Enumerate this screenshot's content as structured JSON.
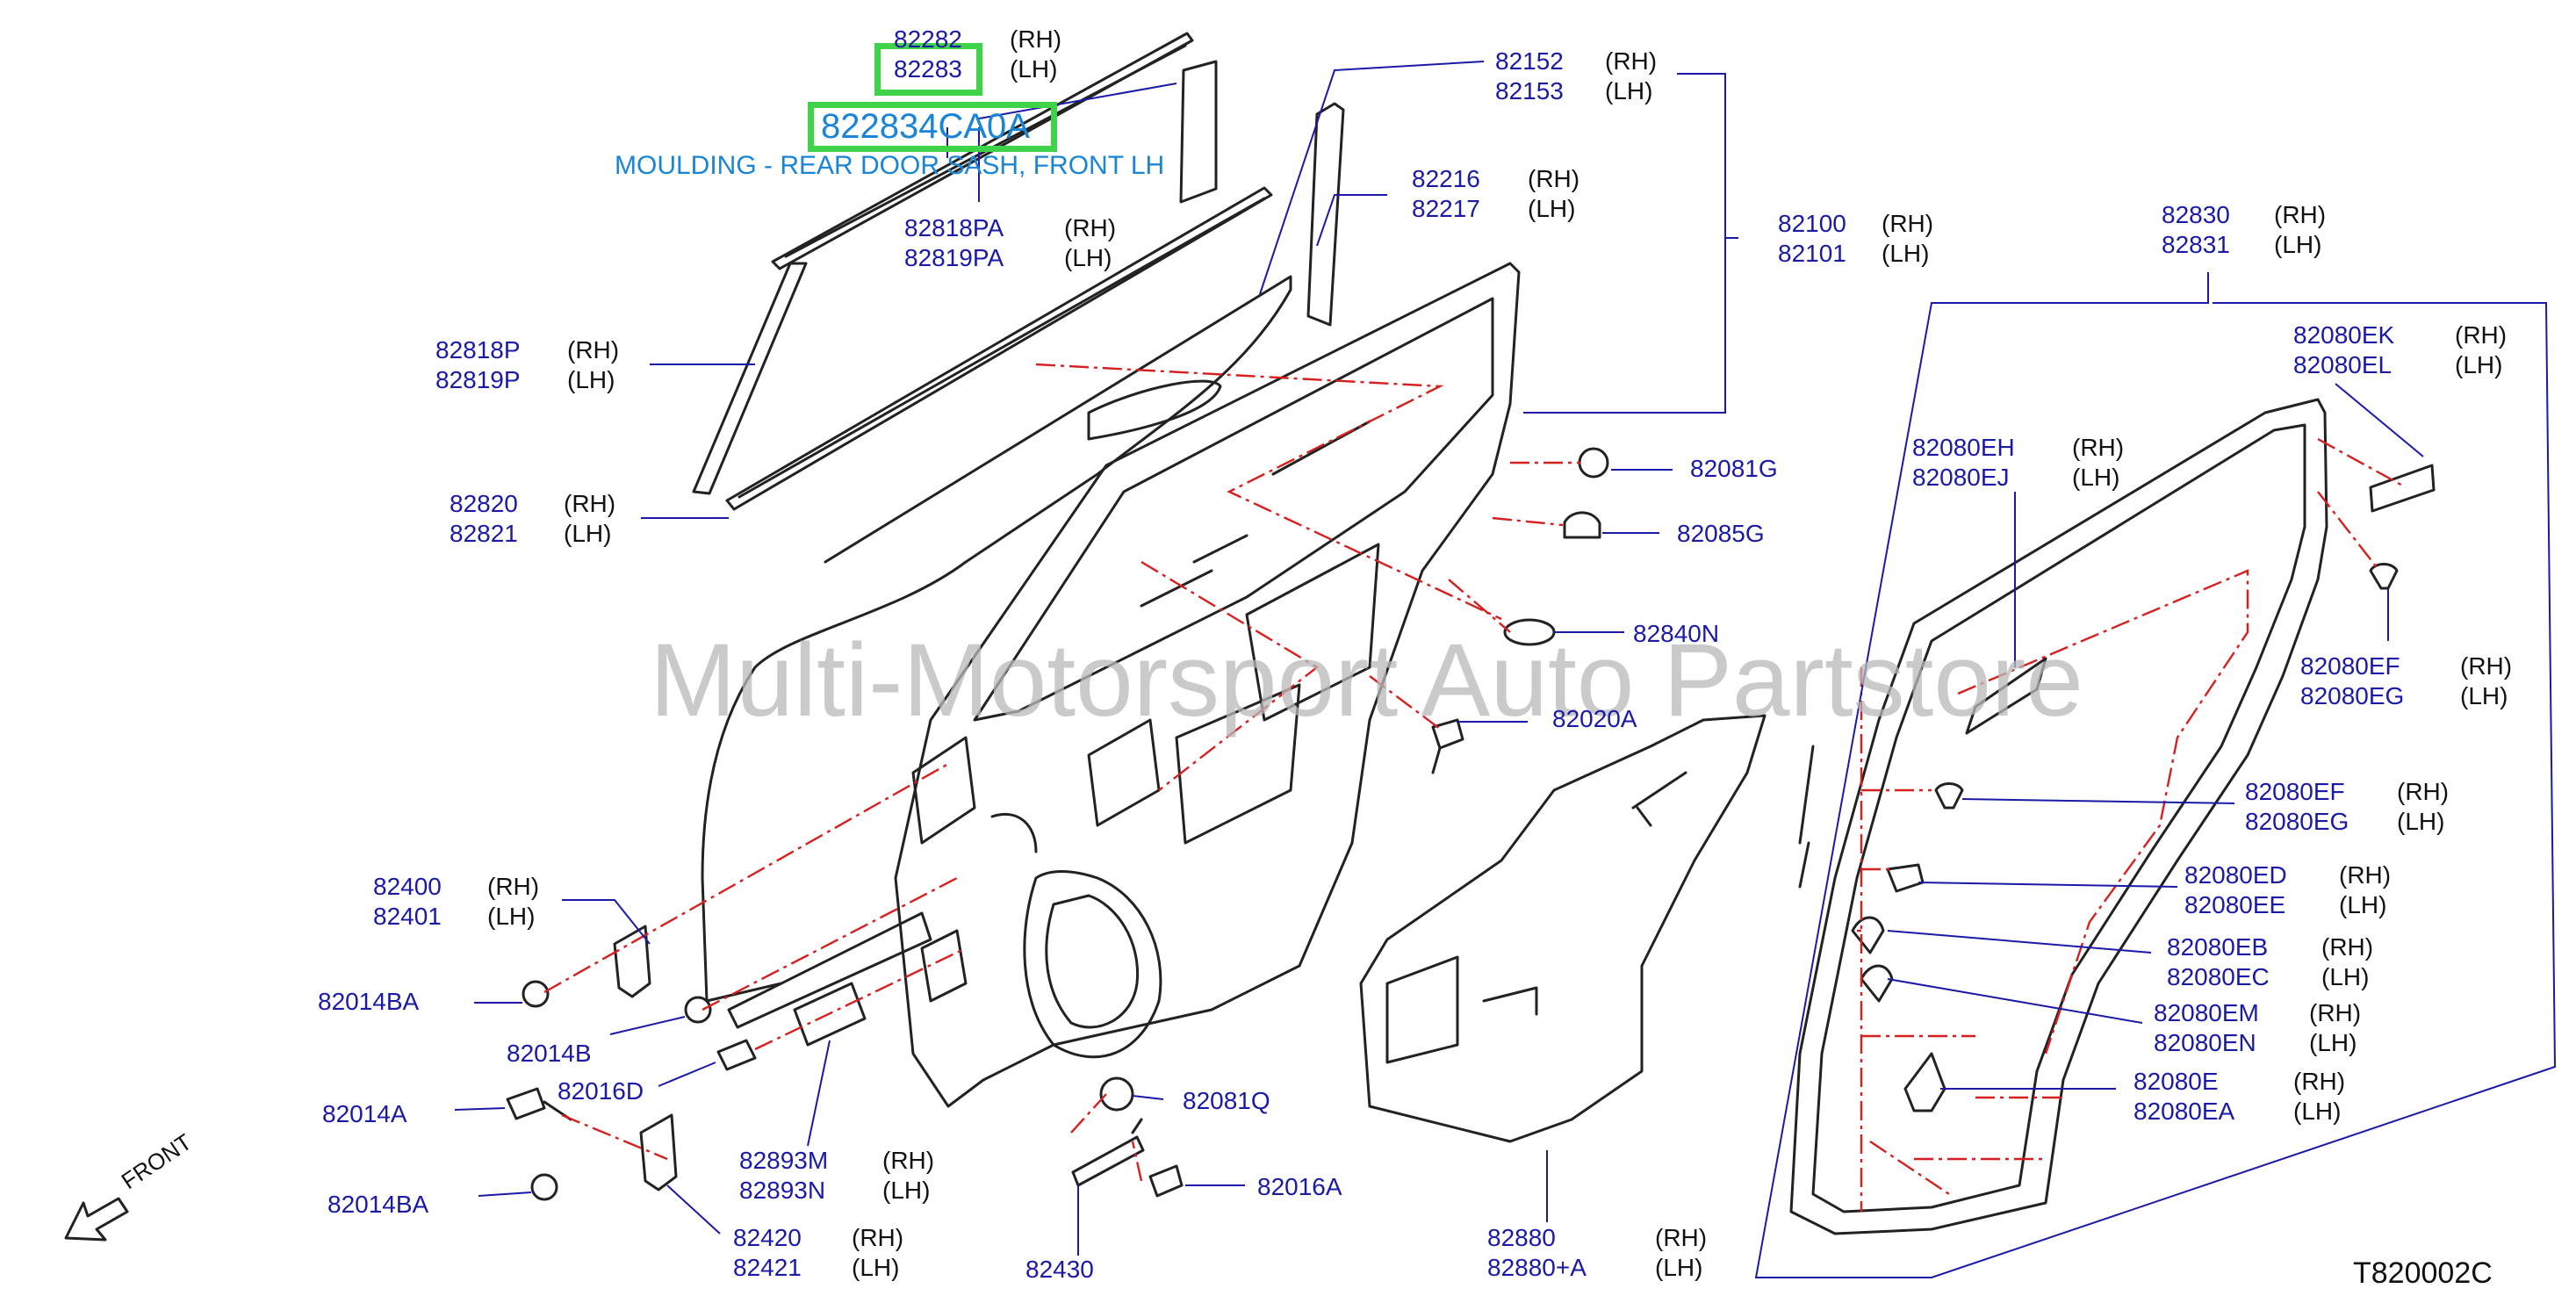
{
  "highlight": {
    "part_number": "822834CA0A",
    "description": "MOULDING - REAR DOOR SASH, FRONT LH"
  },
  "watermark": "Multi-Motorsport Auto Partstore",
  "diagram_ref": "T820002C",
  "front_label": "FRONT",
  "callouts": [
    {
      "id": "82282",
      "part": "82282",
      "side": "(RH)"
    },
    {
      "id": "82283",
      "part": "82283",
      "side": "(LH)"
    },
    {
      "id": "82818PA",
      "part": "82818PA",
      "side": "(RH)"
    },
    {
      "id": "82819PA",
      "part": "82819PA",
      "side": "(LH)"
    },
    {
      "id": "82818P",
      "part": "82818P",
      "side": "(RH)"
    },
    {
      "id": "82819P",
      "part": "82819P",
      "side": "(LH)"
    },
    {
      "id": "82820",
      "part": "82820",
      "side": "(RH)"
    },
    {
      "id": "82821",
      "part": "82821",
      "side": "(LH)"
    },
    {
      "id": "82152",
      "part": "82152",
      "side": "(RH)"
    },
    {
      "id": "82153",
      "part": "82153",
      "side": "(LH)"
    },
    {
      "id": "82216",
      "part": "82216",
      "side": "(RH)"
    },
    {
      "id": "82217",
      "part": "82217",
      "side": "(LH)"
    },
    {
      "id": "82100",
      "part": "82100",
      "side": "(RH)"
    },
    {
      "id": "82101",
      "part": "82101",
      "side": "(LH)"
    },
    {
      "id": "82830",
      "part": "82830",
      "side": "(RH)"
    },
    {
      "id": "82831",
      "part": "82831",
      "side": "(LH)"
    },
    {
      "id": "82080EK",
      "part": "82080EK",
      "side": "(RH)"
    },
    {
      "id": "82080EL",
      "part": "82080EL",
      "side": "(LH)"
    },
    {
      "id": "82080EH",
      "part": "82080EH",
      "side": "(RH)"
    },
    {
      "id": "82080EJ",
      "part": "82080EJ",
      "side": "(LH)"
    },
    {
      "id": "82081G",
      "part": "82081G",
      "side": ""
    },
    {
      "id": "82085G",
      "part": "82085G",
      "side": ""
    },
    {
      "id": "82840N",
      "part": "82840N",
      "side": ""
    },
    {
      "id": "82020A",
      "part": "82020A",
      "side": ""
    },
    {
      "id": "82080EF_a",
      "part": "82080EF",
      "side": "(RH)"
    },
    {
      "id": "82080EG_a",
      "part": "82080EG",
      "side": "(LH)"
    },
    {
      "id": "82080EF_b",
      "part": "82080EF",
      "side": "(RH)"
    },
    {
      "id": "82080EG_b",
      "part": "82080EG",
      "side": "(LH)"
    },
    {
      "id": "82080ED",
      "part": "82080ED",
      "side": "(RH)"
    },
    {
      "id": "82080EE",
      "part": "82080EE",
      "side": "(LH)"
    },
    {
      "id": "82080EB",
      "part": "82080EB",
      "side": "(RH)"
    },
    {
      "id": "82080EC",
      "part": "82080EC",
      "side": "(LH)"
    },
    {
      "id": "82080EM",
      "part": "82080EM",
      "side": "(RH)"
    },
    {
      "id": "82080EN",
      "part": "82080EN",
      "side": "(LH)"
    },
    {
      "id": "82080E",
      "part": "82080E",
      "side": "(RH)"
    },
    {
      "id": "82080EA",
      "part": "82080EA",
      "side": "(LH)"
    },
    {
      "id": "82400",
      "part": "82400",
      "side": "(RH)"
    },
    {
      "id": "82401",
      "part": "82401",
      "side": "(LH)"
    },
    {
      "id": "82014BA_a",
      "part": "82014BA",
      "side": ""
    },
    {
      "id": "82014B",
      "part": "82014B",
      "side": ""
    },
    {
      "id": "82016D",
      "part": "82016D",
      "side": ""
    },
    {
      "id": "82014A",
      "part": "82014A",
      "side": ""
    },
    {
      "id": "82014BA_b",
      "part": "82014BA",
      "side": ""
    },
    {
      "id": "82893M",
      "part": "82893M",
      "side": "(RH)"
    },
    {
      "id": "82893N",
      "part": "82893N",
      "side": "(LH)"
    },
    {
      "id": "82420",
      "part": "82420",
      "side": "(RH)"
    },
    {
      "id": "82421",
      "part": "82421",
      "side": "(LH)"
    },
    {
      "id": "82081Q",
      "part": "82081Q",
      "side": ""
    },
    {
      "id": "82016A",
      "part": "82016A",
      "side": ""
    },
    {
      "id": "82430",
      "part": "82430",
      "side": ""
    },
    {
      "id": "82880",
      "part": "82880",
      "side": "(RH)"
    },
    {
      "id": "82880+A",
      "part": "82880+A",
      "side": "(LH)"
    }
  ]
}
